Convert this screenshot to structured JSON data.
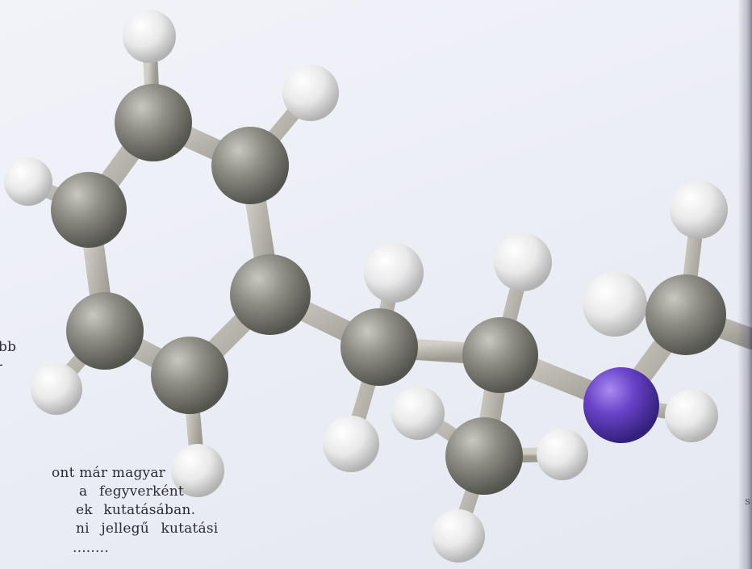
{
  "page_text": {
    "fragment_1": "bb",
    "fragment_2": "-",
    "lines": [
      "ont már magyar",
      "a fegyverként",
      "ek kutatásában.",
      "ni jellegű kutatási",
      "........"
    ],
    "edge_mark": "s"
  },
  "molecule": {
    "name": "",
    "colors": {
      "carbon": "#8e8e86",
      "hydrogen": "#f1f1f1",
      "nitrogen": "#6a43c9",
      "bond": "#b8b5ad"
    }
  }
}
